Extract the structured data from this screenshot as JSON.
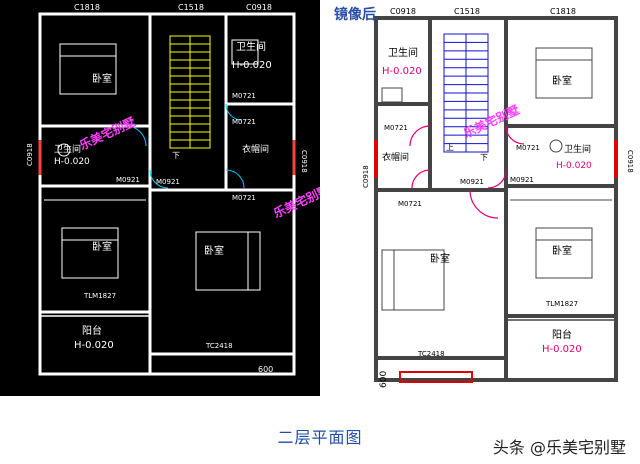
{
  "caption": "二层平面图",
  "source": "头条 @乐美宅别墅",
  "watermark": "乐美宅别墅",
  "colors": {
    "left_bg": "#000000",
    "left_wall": "#ffffff",
    "left_text": "#ffffff",
    "left_stair": "#ffff00",
    "left_door": "#00c8ff",
    "left_accent": "#ff4040",
    "right_wall": "#444444",
    "right_text": "#000000",
    "right_stair": "#1010d0",
    "right_door": "#e0007a",
    "watermark": "#ff40ff",
    "caption": "#1f4fa0"
  },
  "left_plan": {
    "top_windows": [
      "C1818",
      "C1518",
      "C0918"
    ],
    "rooms": {
      "bedroom_top": "卧室",
      "bath_top": "卫生间",
      "bath_top_level": "H-0.020",
      "bath_mid": "卫生间",
      "bath_mid_level": "H-0.020",
      "closet": "衣帽间",
      "bedroom_mid": "卧室",
      "bedroom_big": "卧室",
      "balcony": "阳台",
      "balcony_level": "H-0.020"
    },
    "doors": {
      "m_bath_top": "M0721",
      "m_stair": "M0921",
      "m_bath_mid": "M0921",
      "m_closet_top": "M0721",
      "m_closet": "M0721"
    },
    "windows": {
      "side_left": "C0918",
      "side_right": "C0918",
      "tlm": "TLM1827",
      "tc": "TC2418"
    },
    "dims": {
      "bottom": "600",
      "stair_down": "下"
    }
  },
  "right_plan": {
    "title": "镜像后",
    "top_windows": [
      "C0918",
      "C1518",
      "C1818"
    ],
    "rooms": {
      "bath_top": "卫生间",
      "bath_top_level": "H-0.020",
      "bedroom_top": "卧室",
      "closet": "衣帽间",
      "bath_mid": "卫生间",
      "bath_mid_level": "H-0.020",
      "bedroom_big": "卧室",
      "bedroom_mid": "卧室",
      "balcony": "阳台",
      "balcony_level": "H-0.020"
    },
    "doors": {
      "m_bath_top": "M0721",
      "m_stair": "M0921",
      "m_bath_mid": "M0921",
      "m_closet": "M0721",
      "m_closet_top": "M0721"
    },
    "windows": {
      "side_left": "C0918",
      "side_right": "C0918",
      "tlm": "TLM1827",
      "tc": "TC2418"
    },
    "dims": {
      "bottom": "600",
      "stair_down": "下",
      "stair_up": "上"
    }
  }
}
